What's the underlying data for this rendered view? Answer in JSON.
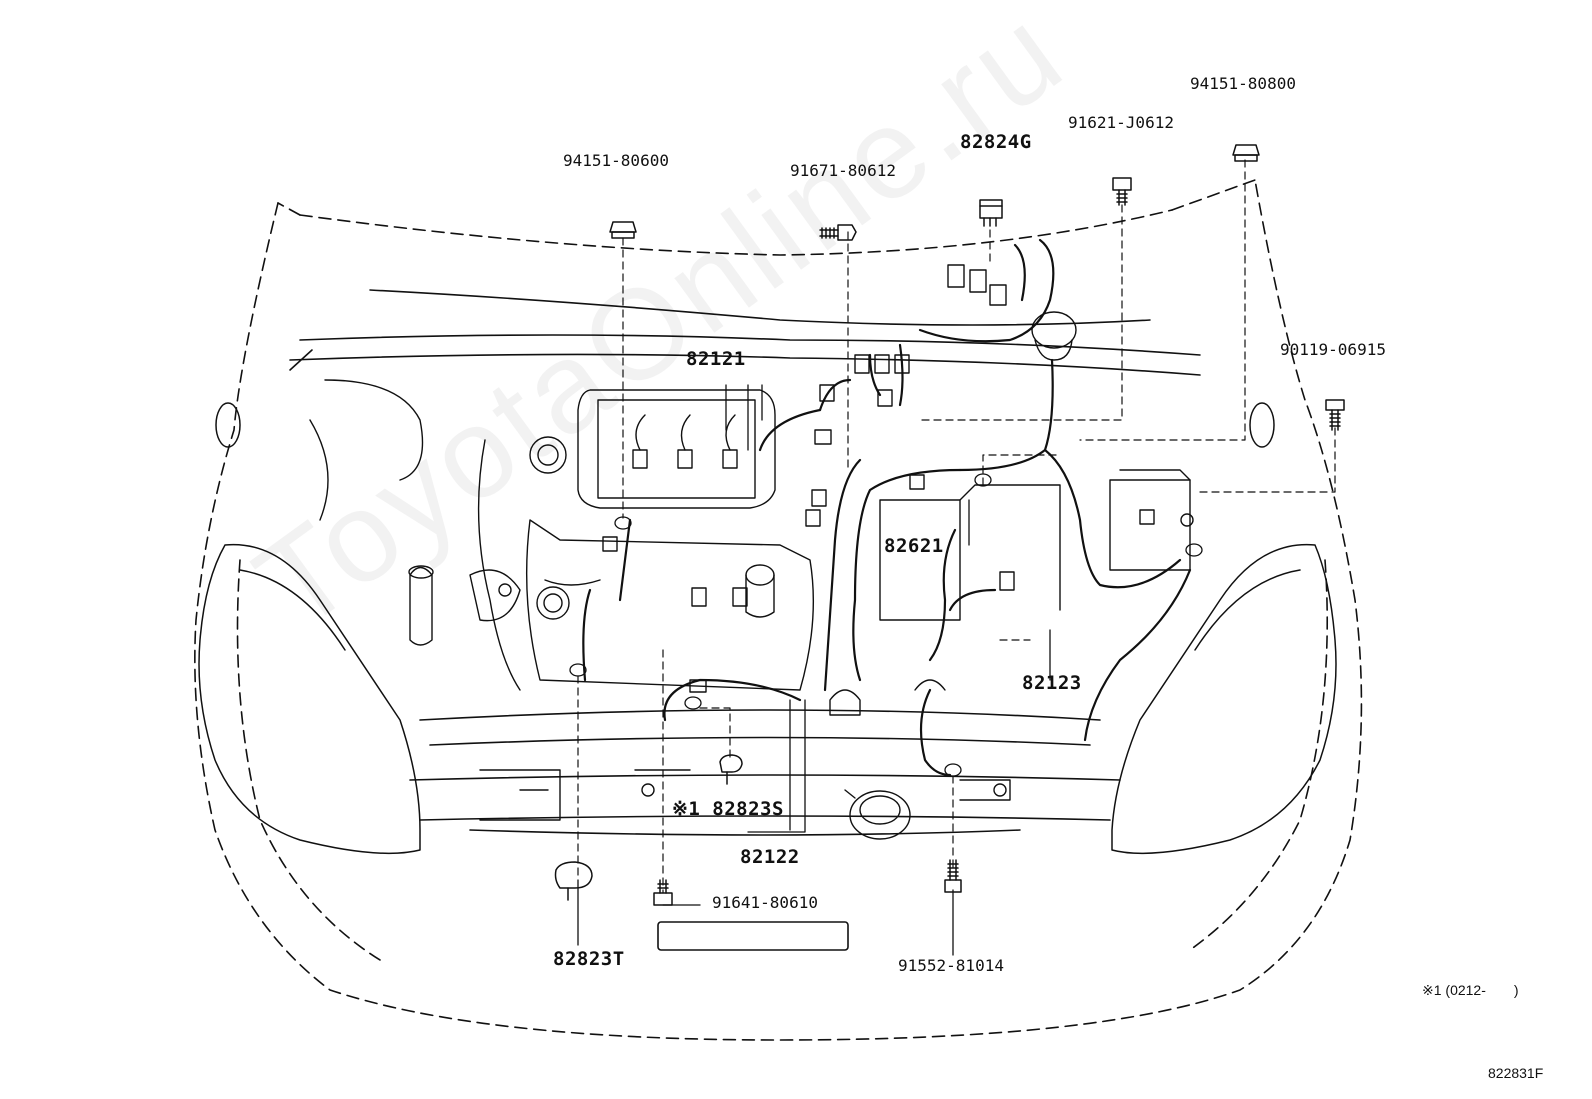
{
  "diagram": {
    "watermark": "ToyotaOnline.ru",
    "figure_id": "822831F",
    "footnote": "※1 (0212-　　)",
    "labels": {
      "p94151_80600": "94151-80600",
      "p91671_80612": "91671-80612",
      "p82824G": "82824G",
      "p91621_J0612": "91621-J0612",
      "p94151_80800": "94151-80800",
      "p90119_06915": "90119-06915",
      "p82121": "82121",
      "p82621": "82621",
      "p82123": "82123",
      "p82823S": "※1 82823S",
      "p82122": "82122",
      "p91641_80610": "91641-80610",
      "p82823T": "82823T",
      "p91552_81014": "91552-81014"
    }
  }
}
